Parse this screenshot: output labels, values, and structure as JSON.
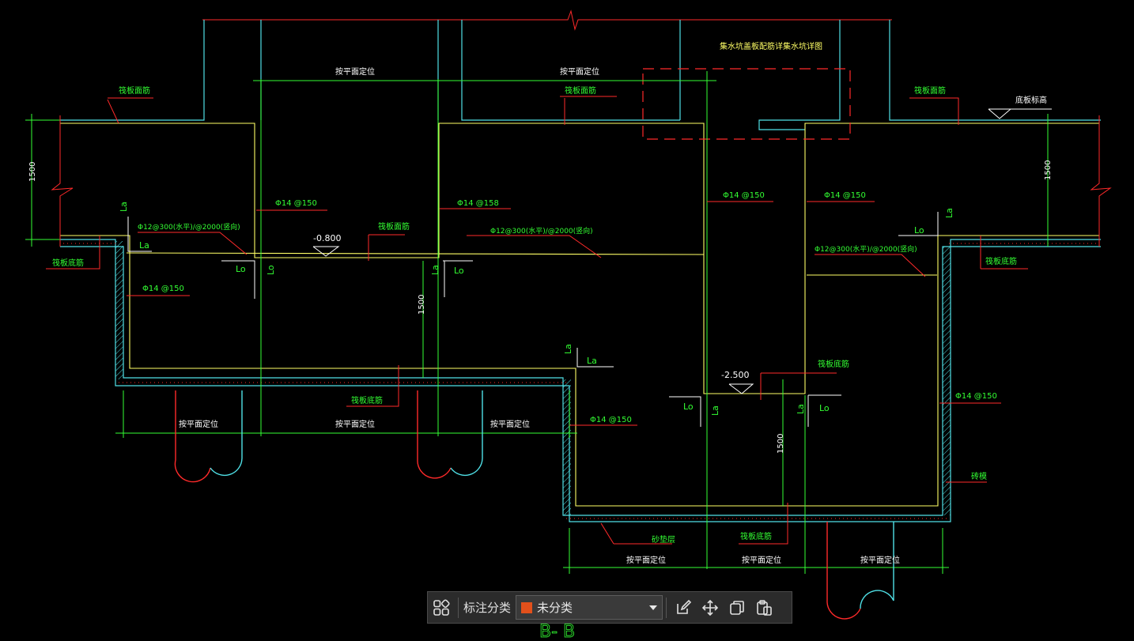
{
  "drawing": {
    "section_title": "B- B",
    "top_callout": "集水坑盖板配筋详集水坑详图",
    "elev_top_right": "底板标高",
    "elev_1": "-0.800",
    "elev_2": "-2.500",
    "dim_1500": "1500",
    "lo": "Lo",
    "la": "La",
    "plan_pos": "按平面定位",
    "raft_top_bars": "筏板面筋",
    "raft_bottom_bars": "筏板底筋",
    "bar_14_150": "Φ14 @150",
    "bar_14_158": "Φ14 @158",
    "bar_12_300": "Φ12@300(水平)/@2000(竖向)",
    "bar_12_300_b": "Φ12@300(水平)/@2000(竖向)",
    "brick_mold": "砖模",
    "cushion": "砂垫层"
  },
  "toolbar": {
    "label": "标注分类",
    "selected": "未分类",
    "selected_color": "#e2501b",
    "icons": [
      "grid-icon",
      "edit-icon",
      "move-icon",
      "copy-icon",
      "paste-icon"
    ]
  },
  "colors": {
    "yellow": "#ffff66",
    "cyan": "#4fe0e6",
    "green": "#33ff33",
    "red": "#ff2a2a",
    "white": "#ffffff",
    "bg": "#000000"
  }
}
